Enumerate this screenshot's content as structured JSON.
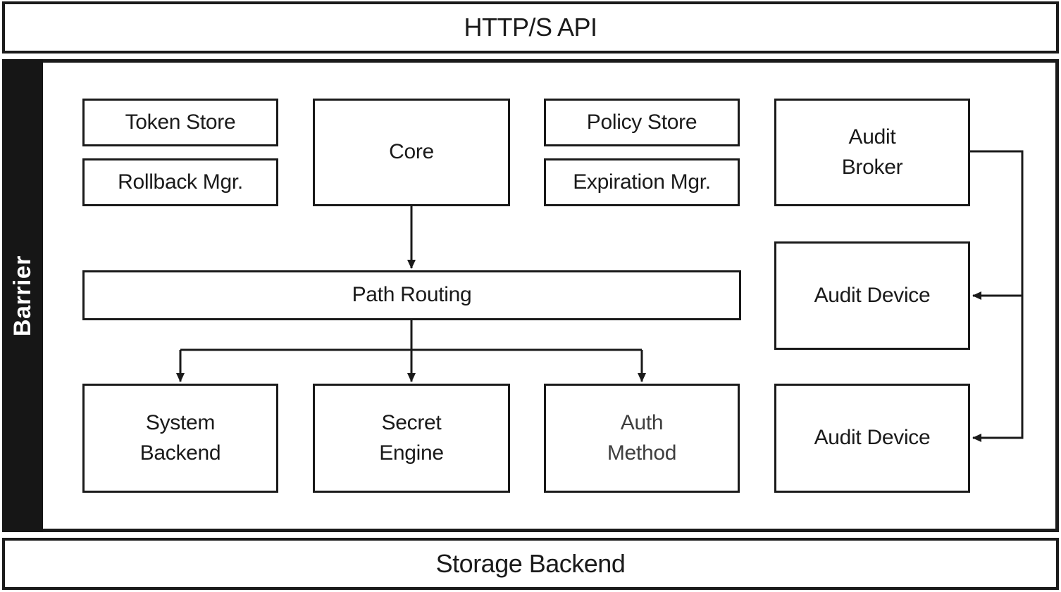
{
  "top_bar": {
    "label": "HTTP/S API"
  },
  "barrier": {
    "label": "Barrier"
  },
  "bottom_bar": {
    "label": "Storage Backend"
  },
  "colors": {
    "ink": "#1a1a1a",
    "barrier_bg": "#161616",
    "box_bg": "#ffffff",
    "muted_text": "#3f3f3f"
  },
  "nodes": {
    "token_store": {
      "label": "Token Store"
    },
    "rollback_mgr": {
      "label": "Rollback Mgr."
    },
    "core": {
      "label": "Core"
    },
    "policy_store": {
      "label": "Policy Store"
    },
    "expiration_mgr": {
      "label": "Expiration Mgr."
    },
    "audit_broker": {
      "label": "Audit\nBroker"
    },
    "path_routing": {
      "label": "Path Routing"
    },
    "audit_device_top": {
      "label": "Audit Device"
    },
    "system_backend": {
      "label": "System\nBackend"
    },
    "secret_engine": {
      "label": "Secret\nEngine"
    },
    "auth_method": {
      "label": "Auth\nMethod"
    },
    "audit_device_bottom": {
      "label": "Audit Device"
    }
  },
  "connections": [
    {
      "from": "core",
      "to": "path_routing",
      "arrow": "down"
    },
    {
      "from": "path_routing",
      "to": "system_backend",
      "arrow": "down"
    },
    {
      "from": "path_routing",
      "to": "secret_engine",
      "arrow": "down"
    },
    {
      "from": "path_routing",
      "to": "auth_method",
      "arrow": "down"
    },
    {
      "from": "audit_broker",
      "to": "audit_device_top",
      "arrow": "left"
    },
    {
      "from": "audit_broker",
      "to": "audit_device_bottom",
      "arrow": "left"
    }
  ]
}
